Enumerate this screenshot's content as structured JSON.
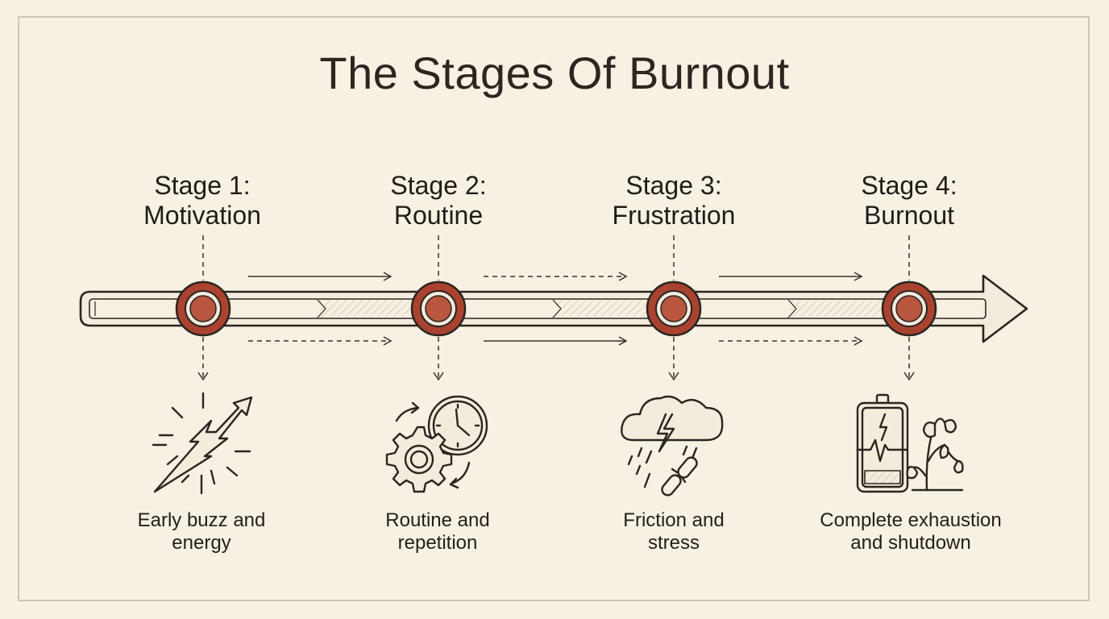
{
  "title": "The Stages Of Burnout",
  "colors": {
    "background": "#f7f1e3",
    "ink": "#2b2420",
    "node_fill": "#b85640",
    "node_ring": "#8f3b2c"
  },
  "stages": [
    {
      "label_line1": "Stage 1:",
      "label_line2": "Motivation",
      "desc_line1": "Early buzz and",
      "desc_line2": "energy",
      "icon": "lightning-arrow-icon"
    },
    {
      "label_line1": "Stage 2:",
      "label_line2": "Routine",
      "desc_line1": "Routine and",
      "desc_line2": "repetition",
      "icon": "gear-clock-icon"
    },
    {
      "label_line1": "Stage 3:",
      "label_line2": "Frustration",
      "desc_line1": "Friction and",
      "desc_line2": "stress",
      "icon": "storm-cloud-broken-chain-icon"
    },
    {
      "label_line1": "Stage 4:",
      "label_line2": "Burnout",
      "desc_line1": "Complete exhaustion",
      "desc_line2": "and shutdown",
      "icon": "low-battery-wilted-plant-icon"
    }
  ]
}
